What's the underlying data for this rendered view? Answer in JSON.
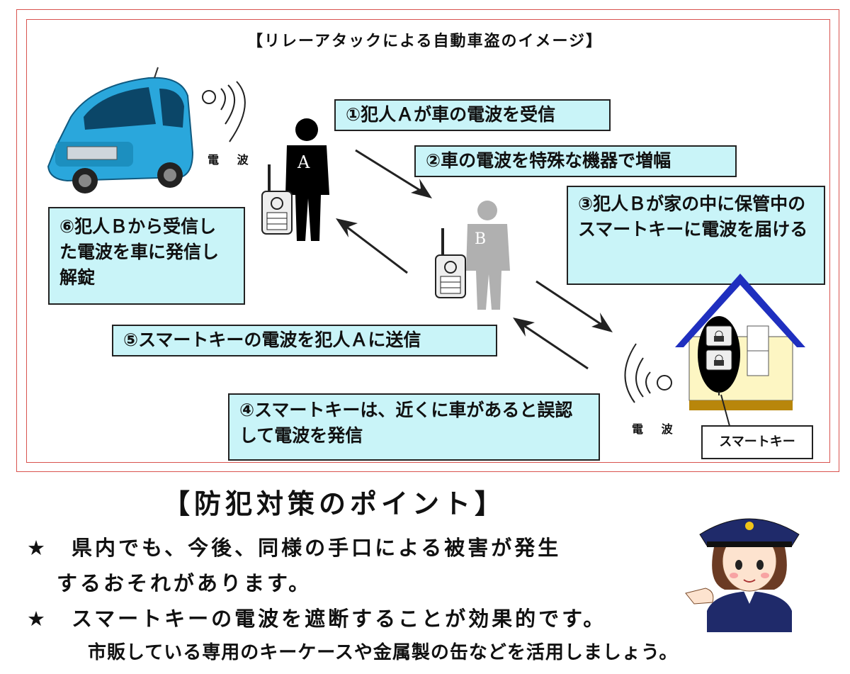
{
  "diagram": {
    "title": "【リレーアタックによる自動車盗のイメージ】",
    "steps": {
      "step1": "①犯人Ａが車の電波を受信",
      "step2": "②車の電波を特殊な機器で増幅",
      "step3": "③犯人Ｂが家の中に保管中のスマートキーに電波を届ける",
      "step4": "④スマートキーは、近くに車があると誤認して電波を発信",
      "step5": "⑤スマートキーの電波を犯人Ａに送信",
      "step6": "⑥犯人Ｂから受信した電波を車に発信し解錠"
    },
    "wave_label_car": "電 波",
    "wave_label_house": "電 波",
    "person_a_label": "A",
    "person_b_label": "B",
    "smart_key_label": "スマートキー"
  },
  "prevention": {
    "heading": "【防犯対策のポイント】",
    "point1_line1": "★　県内でも、今後、同様の手口による被害が発生",
    "point1_line2": "するおそれがあります。",
    "point2_line1": "★　スマートキーの電波を遮断することが効果的です。",
    "point2_line2": "市販している専用のキーケースや金属製の缶などを活用しましょう。"
  },
  "colors": {
    "box_fill": "#c9f4f8",
    "car": "#2aa7dc",
    "roof": "#1f2fbf",
    "house_wall": "#fdf6c3",
    "house_base": "#b8860b",
    "person_b": "#b0b0b0",
    "frame": "#d9534f"
  }
}
